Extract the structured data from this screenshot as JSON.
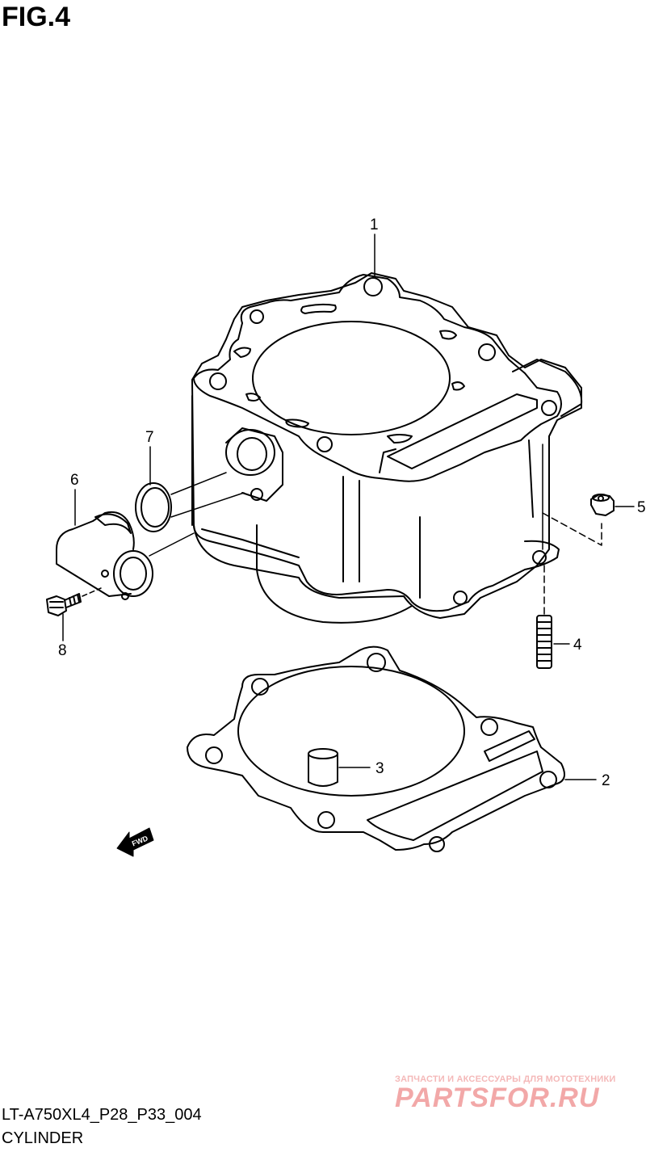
{
  "figure": {
    "title": "FIG.4"
  },
  "callouts": [
    {
      "number": "1",
      "part": "cylinder"
    },
    {
      "number": "2",
      "part": "cylinder-gasket"
    },
    {
      "number": "3",
      "part": "dowel-pin"
    },
    {
      "number": "4",
      "part": "stud-bolt"
    },
    {
      "number": "5",
      "part": "nut"
    },
    {
      "number": "6",
      "part": "water-inlet-pipe"
    },
    {
      "number": "7",
      "part": "o-ring"
    },
    {
      "number": "8",
      "part": "bolt"
    }
  ],
  "fwd_label": "FWD",
  "footer": {
    "model_code": "LT-A750XL4_P28_P33_004",
    "section_name": "CYLINDER"
  },
  "watermark": {
    "subtitle": "ЗАПЧАСТИ И АКСЕССУАРЫ ДЛЯ МОТОТЕХНИКИ",
    "brand": "PARTSFOR.RU",
    "color": "#f2a8a8"
  },
  "colors": {
    "line": "#000000",
    "background": "#ffffff"
  }
}
